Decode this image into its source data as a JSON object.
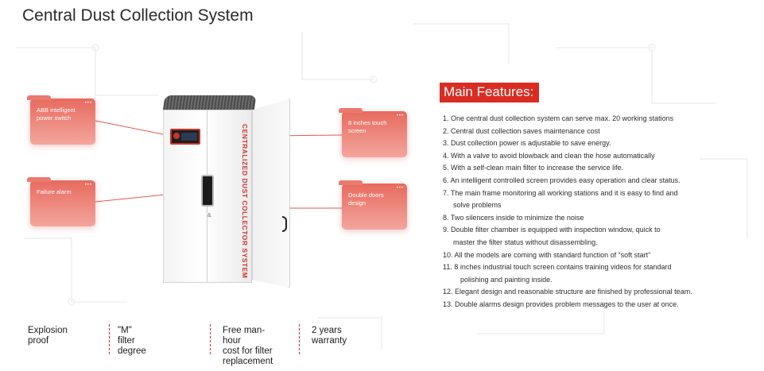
{
  "page": {
    "title": "Central Dust Collection System"
  },
  "callouts": {
    "abb": "ABB intelligent power switch",
    "failure": "Failure alarm",
    "touch": "8 inches touch screen",
    "doors": "Double doors design",
    "dots": "•••"
  },
  "machine": {
    "side_text": "CENTRALIZED DUST COLLECTOR SYSTEM",
    "small_mark": "&"
  },
  "features": {
    "heading": "Main Features:",
    "items": [
      "1. One central dust collection system can serve max. 20 working stations",
      "2. Central dust collection saves maintenance cost",
      "3. Dust collection power is adjustable to save energy.",
      "4. With a valve to avoid blowback and clean the hose automatically",
      "5. With a self-clean main filter to increase the service life.",
      "6. An intelligent controlled screen provides easy operation and clear status.",
      "7. The main frame monitoring all working stations and it is easy to find and",
      "solve problems",
      "8. Two silencers inside to minimize the noise",
      "9. Double filter chamber is equipped with inspection window, quick to",
      "master the filter status without disassembling.",
      "10. All the models are coming with standard function of “soft start”",
      "11. 8 inches industrial touch screen contains training videos for standard",
      "polishing and painting inside.",
      "12. Elegant design and reasonable structure are finished by professional team.",
      "13. Double alarms design provides problem messages to the user at once."
    ]
  },
  "bottom": {
    "explosion": "Explosion proof",
    "filter": "\"M\" filter degree",
    "free_line1": "Free man-hour",
    "free_line2": "cost for filter",
    "free_line3": "replacement",
    "warranty": "2 years warranty"
  },
  "colors": {
    "accent": "#d92d23",
    "callout": "#e86a5e"
  }
}
